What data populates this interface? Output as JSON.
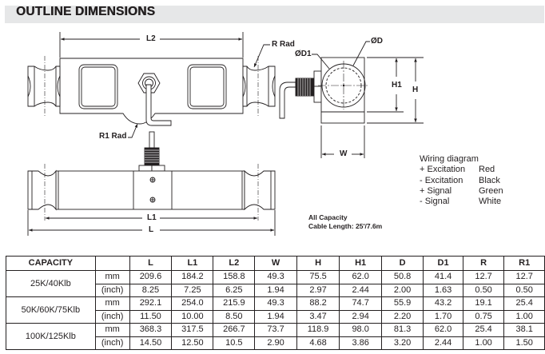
{
  "section": {
    "title": "OUTLINE DIMENSIONS"
  },
  "drawing_labels": {
    "l2": "L2",
    "r_rad": "R Rad",
    "r1_rad": "R1 Rad",
    "od": "ØD",
    "od1": "ØD1",
    "h1": "H1",
    "h": "H",
    "w": "W",
    "l1": "L1",
    "l": "L"
  },
  "wiring": {
    "title": "Wiring diagram",
    "rows": [
      {
        "signal": "+ Excitation",
        "color": "Red"
      },
      {
        "signal": "- Excitation",
        "color": "Black"
      },
      {
        "signal": "+ Signal",
        "color": "Green"
      },
      {
        "signal": "- Signal",
        "color": "White"
      }
    ]
  },
  "cable": {
    "line1": "All Capacity",
    "line2": "Cable Length: 25'/7.6m"
  },
  "table": {
    "headers": [
      "CAPACITY",
      "",
      "L",
      "L1",
      "L2",
      "W",
      "H",
      "H1",
      "D",
      "D1",
      "R",
      "R1"
    ],
    "groups": [
      {
        "capacity": "25K/40Klb",
        "rows": [
          {
            "unit": "mm",
            "values": [
              "209.6",
              "184.2",
              "158.8",
              "49.3",
              "75.5",
              "62.0",
              "50.8",
              "41.4",
              "12.7",
              "12.7"
            ]
          },
          {
            "unit": "(inch)",
            "values": [
              "8.25",
              "7.25",
              "6.25",
              "1.94",
              "2.97",
              "2.44",
              "2.00",
              "1.63",
              "0.50",
              "0.50"
            ]
          }
        ]
      },
      {
        "capacity": "50K/60K/75Klb",
        "rows": [
          {
            "unit": "mm",
            "values": [
              "292.1",
              "254.0",
              "215.9",
              "49.3",
              "88.2",
              "74.7",
              "55.9",
              "43.2",
              "19.1",
              "25.4"
            ]
          },
          {
            "unit": "(inch)",
            "values": [
              "11.50",
              "10.00",
              "8.50",
              "1.94",
              "3.47",
              "2.94",
              "2.20",
              "1.70",
              "0.75",
              "1.00"
            ]
          }
        ]
      },
      {
        "capacity": "100K/125Klb",
        "rows": [
          {
            "unit": "mm",
            "values": [
              "368.3",
              "317.5",
              "266.7",
              "73.7",
              "118.9",
              "98.0",
              "81.3",
              "62.0",
              "25.4",
              "38.1"
            ]
          },
          {
            "unit": "(inch)",
            "values": [
              "14.50",
              "12.50",
              "10.5",
              "2.90",
              "4.68",
              "3.86",
              "3.20",
              "2.44",
              "1.00",
              "1.50"
            ]
          }
        ]
      }
    ]
  },
  "colors": {
    "ink": "#231f20",
    "band": "#e6e7e8"
  }
}
